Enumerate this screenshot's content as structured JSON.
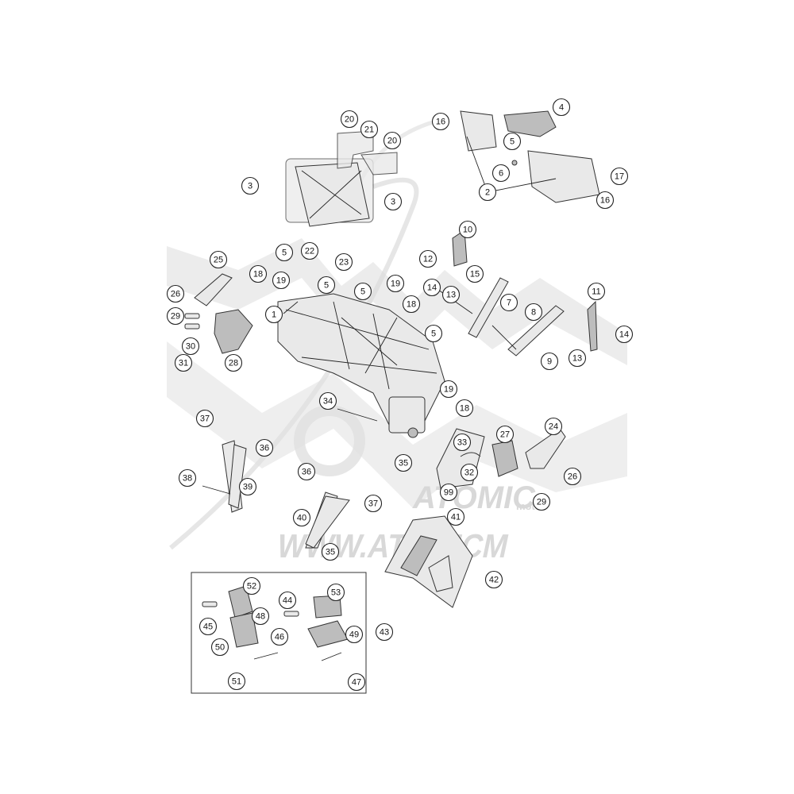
{
  "watermark": {
    "url_text": "WWW.ATOMICM",
    "logo_sub": "moto",
    "color": "#d4d4d4"
  },
  "kit_box_label": "43",
  "callouts": [
    {
      "id": "1",
      "label": "1"
    },
    {
      "id": "2",
      "label": "2"
    },
    {
      "id": "3a",
      "label": "3"
    },
    {
      "id": "3b",
      "label": "3"
    },
    {
      "id": "4",
      "label": "4"
    },
    {
      "id": "5a",
      "label": "5"
    },
    {
      "id": "5b",
      "label": "5"
    },
    {
      "id": "5c",
      "label": "5"
    },
    {
      "id": "5d",
      "label": "5"
    },
    {
      "id": "5e",
      "label": "5"
    },
    {
      "id": "6",
      "label": "6"
    },
    {
      "id": "7",
      "label": "7"
    },
    {
      "id": "8",
      "label": "8"
    },
    {
      "id": "9",
      "label": "9"
    },
    {
      "id": "10",
      "label": "10"
    },
    {
      "id": "11",
      "label": "11"
    },
    {
      "id": "12",
      "label": "12"
    },
    {
      "id": "13a",
      "label": "13"
    },
    {
      "id": "13b",
      "label": "13"
    },
    {
      "id": "14a",
      "label": "14"
    },
    {
      "id": "14b",
      "label": "14"
    },
    {
      "id": "15",
      "label": "15"
    },
    {
      "id": "16a",
      "label": "16"
    },
    {
      "id": "16b",
      "label": "16"
    },
    {
      "id": "17",
      "label": "17"
    },
    {
      "id": "18a",
      "label": "18"
    },
    {
      "id": "18b",
      "label": "18"
    },
    {
      "id": "18c",
      "label": "18"
    },
    {
      "id": "19a",
      "label": "19"
    },
    {
      "id": "19b",
      "label": "19"
    },
    {
      "id": "19c",
      "label": "19"
    },
    {
      "id": "20a",
      "label": "20"
    },
    {
      "id": "20b",
      "label": "20"
    },
    {
      "id": "21",
      "label": "21"
    },
    {
      "id": "22",
      "label": "22"
    },
    {
      "id": "23",
      "label": "23"
    },
    {
      "id": "24",
      "label": "24"
    },
    {
      "id": "25",
      "label": "25"
    },
    {
      "id": "26a",
      "label": "26"
    },
    {
      "id": "26b",
      "label": "26"
    },
    {
      "id": "27",
      "label": "27"
    },
    {
      "id": "28",
      "label": "28"
    },
    {
      "id": "29a",
      "label": "29"
    },
    {
      "id": "29b",
      "label": "29"
    },
    {
      "id": "30",
      "label": "30"
    },
    {
      "id": "31",
      "label": "31"
    },
    {
      "id": "32",
      "label": "32"
    },
    {
      "id": "33",
      "label": "33"
    },
    {
      "id": "34",
      "label": "34"
    },
    {
      "id": "35a",
      "label": "35"
    },
    {
      "id": "35b",
      "label": "35"
    },
    {
      "id": "36a",
      "label": "36"
    },
    {
      "id": "36b",
      "label": "36"
    },
    {
      "id": "37a",
      "label": "37"
    },
    {
      "id": "37b",
      "label": "37"
    },
    {
      "id": "38",
      "label": "38"
    },
    {
      "id": "39",
      "label": "39"
    },
    {
      "id": "40",
      "label": "40"
    },
    {
      "id": "41",
      "label": "41"
    },
    {
      "id": "42",
      "label": "42"
    },
    {
      "id": "43",
      "label": "43"
    },
    {
      "id": "44",
      "label": "44"
    },
    {
      "id": "45",
      "label": "45"
    },
    {
      "id": "46",
      "label": "46"
    },
    {
      "id": "47",
      "label": "47"
    },
    {
      "id": "48",
      "label": "48"
    },
    {
      "id": "49",
      "label": "49"
    },
    {
      "id": "50",
      "label": "50"
    },
    {
      "id": "51",
      "label": "51"
    },
    {
      "id": "52",
      "label": "52"
    },
    {
      "id": "53",
      "label": "53"
    },
    {
      "id": "99",
      "label": "99"
    }
  ]
}
